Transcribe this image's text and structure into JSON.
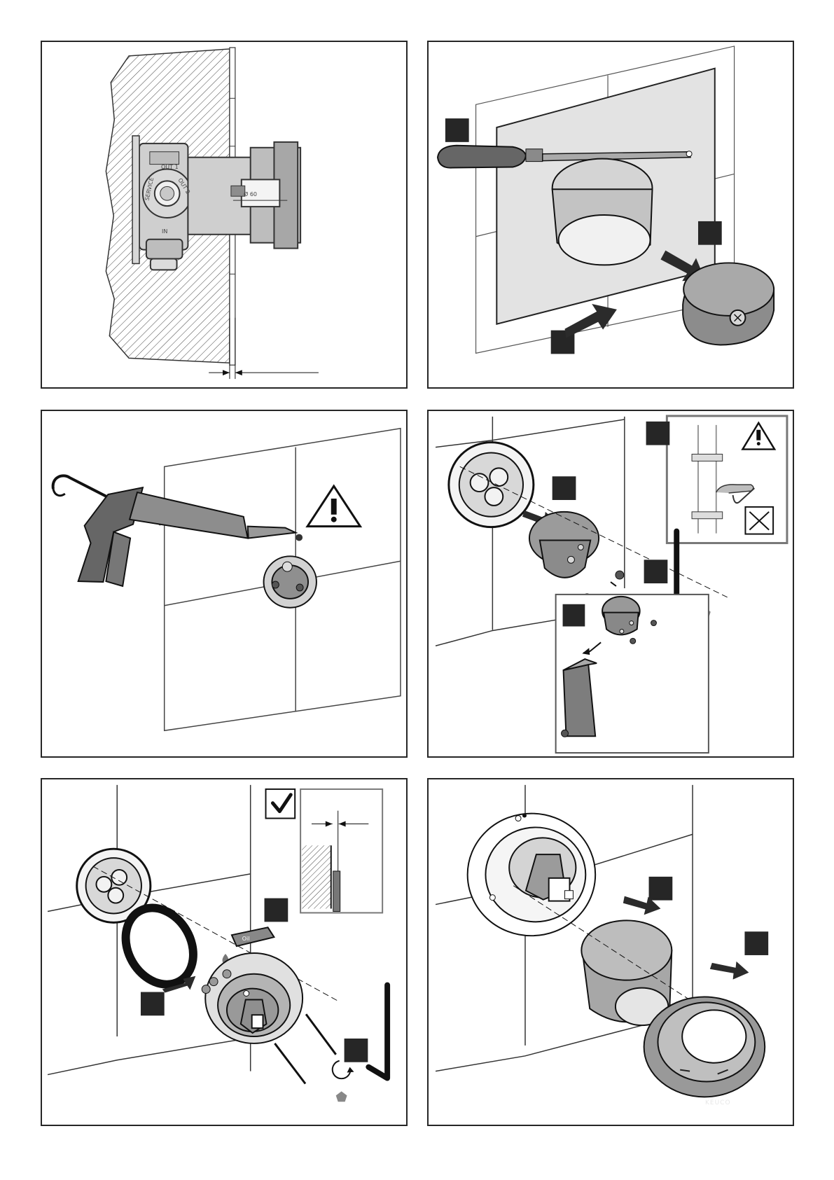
{
  "panels": [
    {
      "name": "installation-depth-panel",
      "labels": [
        "OUT 1",
        "IN",
        "OUT 2",
        "SERVICE",
        "Ø 60"
      ]
    },
    {
      "name": "cut-protective-cover-panel"
    },
    {
      "name": "apply-sealant-panel"
    },
    {
      "name": "remove-flush-plug-panel"
    },
    {
      "name": "mount-cartridge-panel",
      "labels": [
        "Oil"
      ]
    },
    {
      "name": "fit-trim-panel",
      "labels": [
        "KEUCO"
      ]
    }
  ],
  "colors": {
    "line": "#262626",
    "gray": "#8e8e8e",
    "lightGray": "#e3e3e3",
    "midGray": "#b9b9b9",
    "darkGray": "#666666"
  }
}
